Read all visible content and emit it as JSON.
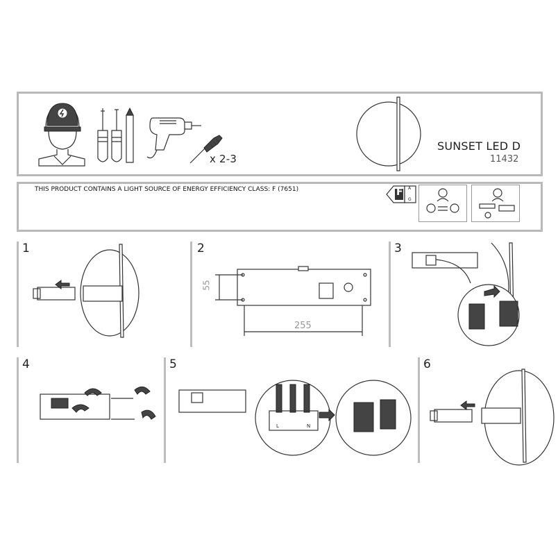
{
  "product": {
    "name": "SUNSET LED D",
    "code": "11432",
    "quantity": "x 2-3"
  },
  "energy": {
    "notice": "THIS PRODUCT CONTAINS A LIGHT SOURCE OF ENERGY EFFICIENCY CLASS: F (7651)",
    "class": "F",
    "scale_top": "A",
    "scale_bottom": "G"
  },
  "steps": [
    {
      "number": "1"
    },
    {
      "number": "2",
      "dim_height": "55",
      "dim_width": "255"
    },
    {
      "number": "3"
    },
    {
      "number": "4"
    },
    {
      "number": "5",
      "terminal_labels": [
        "L",
        "N"
      ]
    },
    {
      "number": "6"
    }
  ],
  "icons": {
    "tools": [
      "electrician-icon",
      "screwdriver-phillips-icon",
      "screwdriver-flat-icon",
      "pencil-icon",
      "drill-icon",
      "wall-plug-icon"
    ]
  }
}
